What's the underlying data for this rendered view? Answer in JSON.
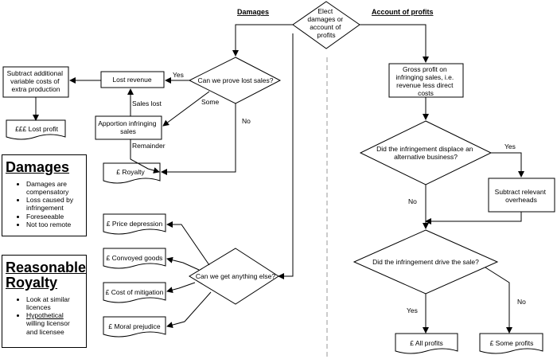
{
  "headers": {
    "damages": "Damages",
    "account_of_profits": "Account of profits"
  },
  "nodes": {
    "elect": [
      "Elect",
      "damages or",
      "account of",
      "profits"
    ],
    "prove_lost_sales": "Can we prove lost sales?",
    "lost_revenue": "Lost revenue",
    "subtract_variable": [
      "Subtract additional",
      "variable costs of",
      "extra production"
    ],
    "lost_profit": "£££ Lost profit",
    "apportion": [
      "Apportion infringing",
      "sales"
    ],
    "royalty": "£ Royalty",
    "price_depression": "£ Price depression",
    "convoyed_goods": "£ Convoyed goods",
    "cost_of_mitigation": "£ Cost of mitigation",
    "moral_prejudice": "£ Moral prejudice",
    "anything_else": "Can we get anything else?",
    "gross_profit": [
      "Gross profit on",
      "infringing sales, i.e.",
      "revenue less direct",
      "costs"
    ],
    "displace_business": [
      "Did the infringement displace an",
      "alternative business?"
    ],
    "subtract_overheads": [
      "Subtract relevant",
      "overheads"
    ],
    "drive_sale": "Did the infringement drive the sale?",
    "all_profits": "£ All profits",
    "some_profits": "£ Some profits"
  },
  "edge_labels": {
    "yes_lost": "Yes",
    "some": "Some",
    "no_lost": "No",
    "sales_lost": "Sales lost",
    "remainder": "Remainder",
    "yes_displace": "Yes",
    "no_displace": "No",
    "yes_drive": "Yes",
    "no_drive": "No"
  },
  "damages_box": {
    "title": "Damages",
    "items": [
      "Damages are compensatory",
      "Loss caused by infringement",
      "Foreseeable",
      "Not too remote"
    ]
  },
  "royalty_box": {
    "title_line1": "Reasonable",
    "title_line2": "Royalty",
    "item1": "Look at similar licences",
    "item2_underlined": "Hypothetical",
    "item2_rest": " willing licensor and licensee"
  }
}
